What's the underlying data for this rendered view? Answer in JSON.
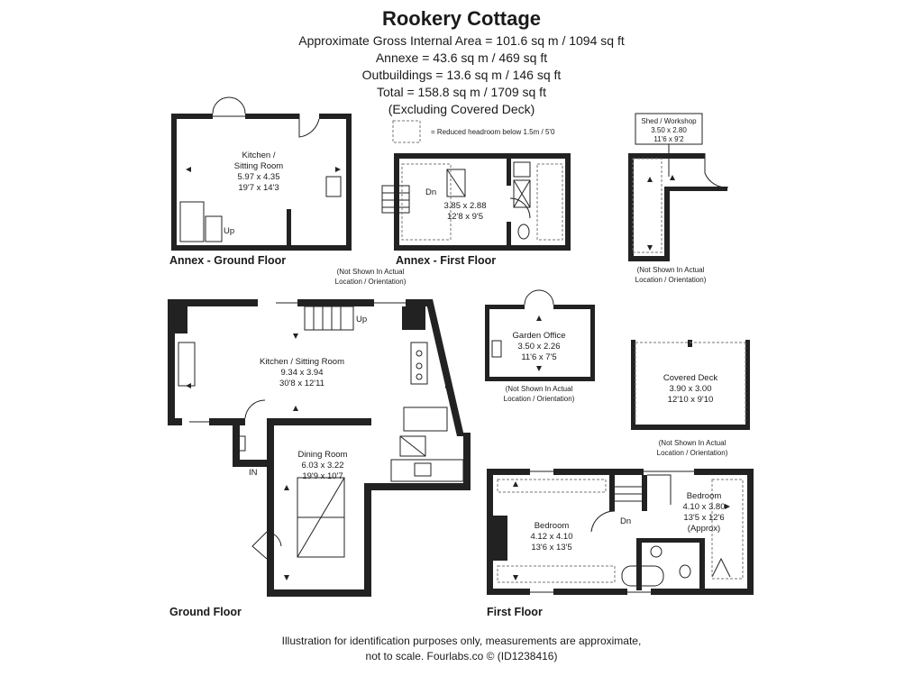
{
  "header": {
    "title": "Rookery Cottage",
    "lines": [
      "Approximate Gross Internal Area = 101.6 sq m / 1094 sq ft",
      "Annexe = 43.6 sq m / 469 sq ft",
      "Outbuildings = 13.6 sq m / 146 sq ft",
      "Total = 158.8 sq m / 1709 sq ft",
      "(Excluding Covered Deck)"
    ]
  },
  "legend": {
    "reduced_headroom": "= Reduced headroom below 1.5m / 5'0"
  },
  "floors": {
    "annex_ground": "Annex - Ground Floor",
    "annex_first": "Annex - First Floor",
    "ground": "Ground Floor",
    "first": "First Floor"
  },
  "notes": {
    "not_shown_1": "(Not Shown In Actual",
    "not_shown_2": "Location / Orientation)"
  },
  "rooms": {
    "annex_kitchen": {
      "name1": "Kitchen /",
      "name2": "Sitting Room",
      "metric": "5.97 x 4.35",
      "imperial": "19'7 x 14'3"
    },
    "annex_first": {
      "metric": "3.85 x 2.88",
      "imperial": "12'8 x 9'5"
    },
    "shed": {
      "name": "Shed / Workshop",
      "metric": "3.50 x 2.80",
      "imperial": "11'6 x 9'2"
    },
    "garden_office": {
      "name": "Garden Office",
      "metric": "3.50 x 2.26",
      "imperial": "11'6 x 7'5"
    },
    "covered_deck": {
      "name": "Covered Deck",
      "metric": "3.90 x 3.00",
      "imperial": "12'10 x 9'10"
    },
    "main_kitchen": {
      "name": "Kitchen / Sitting Room",
      "metric": "9.34 x 3.94",
      "imperial": "30'8 x 12'11"
    },
    "dining": {
      "name": "Dining Room",
      "metric": "6.03 x 3.22",
      "imperial": "19'9 x 10'7"
    },
    "bedroom1": {
      "name": "Bedroom",
      "metric": "4.12 x 4.10",
      "imperial": "13'6 x 13'5"
    },
    "bedroom2": {
      "name": "Bedroom",
      "metric": "4.10 x 3.80",
      "imperial": "13'5 x 12'6",
      "note": "(Approx)"
    }
  },
  "stairs": {
    "up": "Up",
    "down": "Dn",
    "entrance": "IN"
  },
  "footer": {
    "line1": "Illustration for identification purposes only, measurements are approximate,",
    "line2": "not to scale. Fourlabs.co © (ID1238416)"
  }
}
